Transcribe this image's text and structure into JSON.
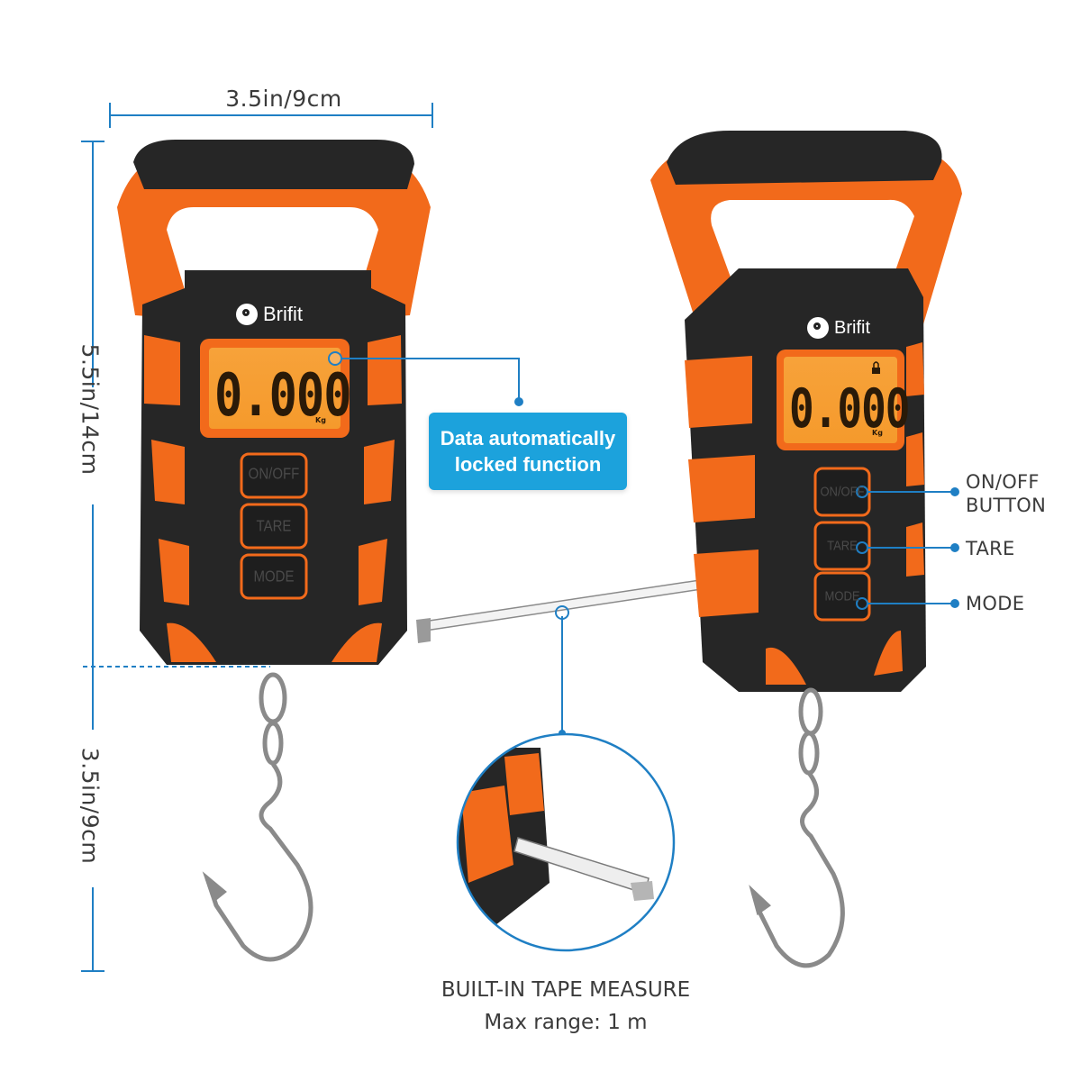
{
  "dimensions": {
    "width_label": "3.5in/9cm",
    "height_label": "5.5in/14cm",
    "hook_label": "3.5in/9cm"
  },
  "product": {
    "brand": "Brifit",
    "display_reading": "0.000",
    "display_unit": "Kg",
    "buttons": [
      "ON/OFF",
      "TARE",
      "MODE"
    ]
  },
  "callouts": {
    "lock_feature": [
      "Data automatically",
      "locked function"
    ],
    "onoff_button": [
      "ON/OFF",
      "BUTTON"
    ],
    "tare": "TARE",
    "mode": "MODE"
  },
  "tape_caption": {
    "title": "BUILT-IN TAPE MEASURE",
    "subtitle": "Max range: 1 m"
  },
  "colors": {
    "accent_blue": "#1ca2dc",
    "body_orange": "#f26a1b",
    "body_black": "#262626",
    "lcd_amber": "#f7a23a"
  }
}
